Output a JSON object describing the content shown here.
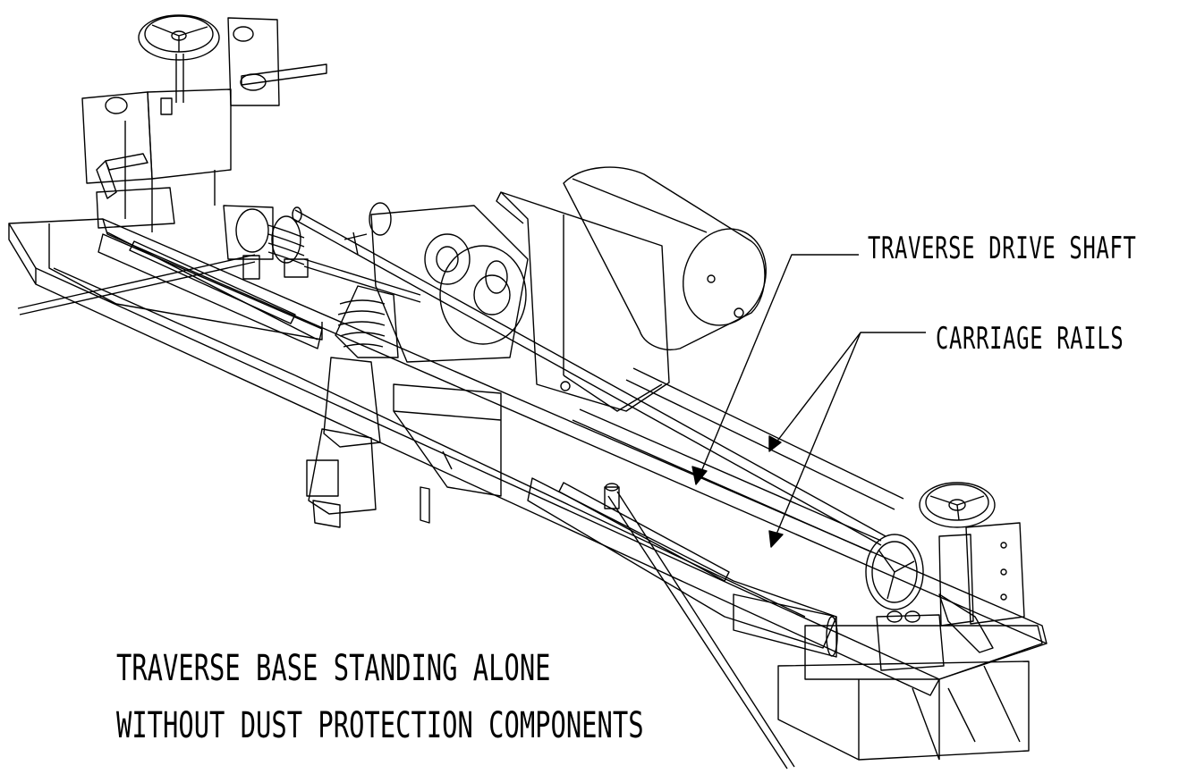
{
  "labels": {
    "traverse_drive_shaft": "TRAVERSE DRIVE SHAFT",
    "carriage_rails": "CARRIAGE RAILS"
  },
  "caption": {
    "line1": "TRAVERSE BASE STANDING ALONE",
    "line2": "WITHOUT DUST PROTECTION COMPONENTS"
  },
  "colors": {
    "ink": "#000000",
    "paper": "#ffffff"
  }
}
